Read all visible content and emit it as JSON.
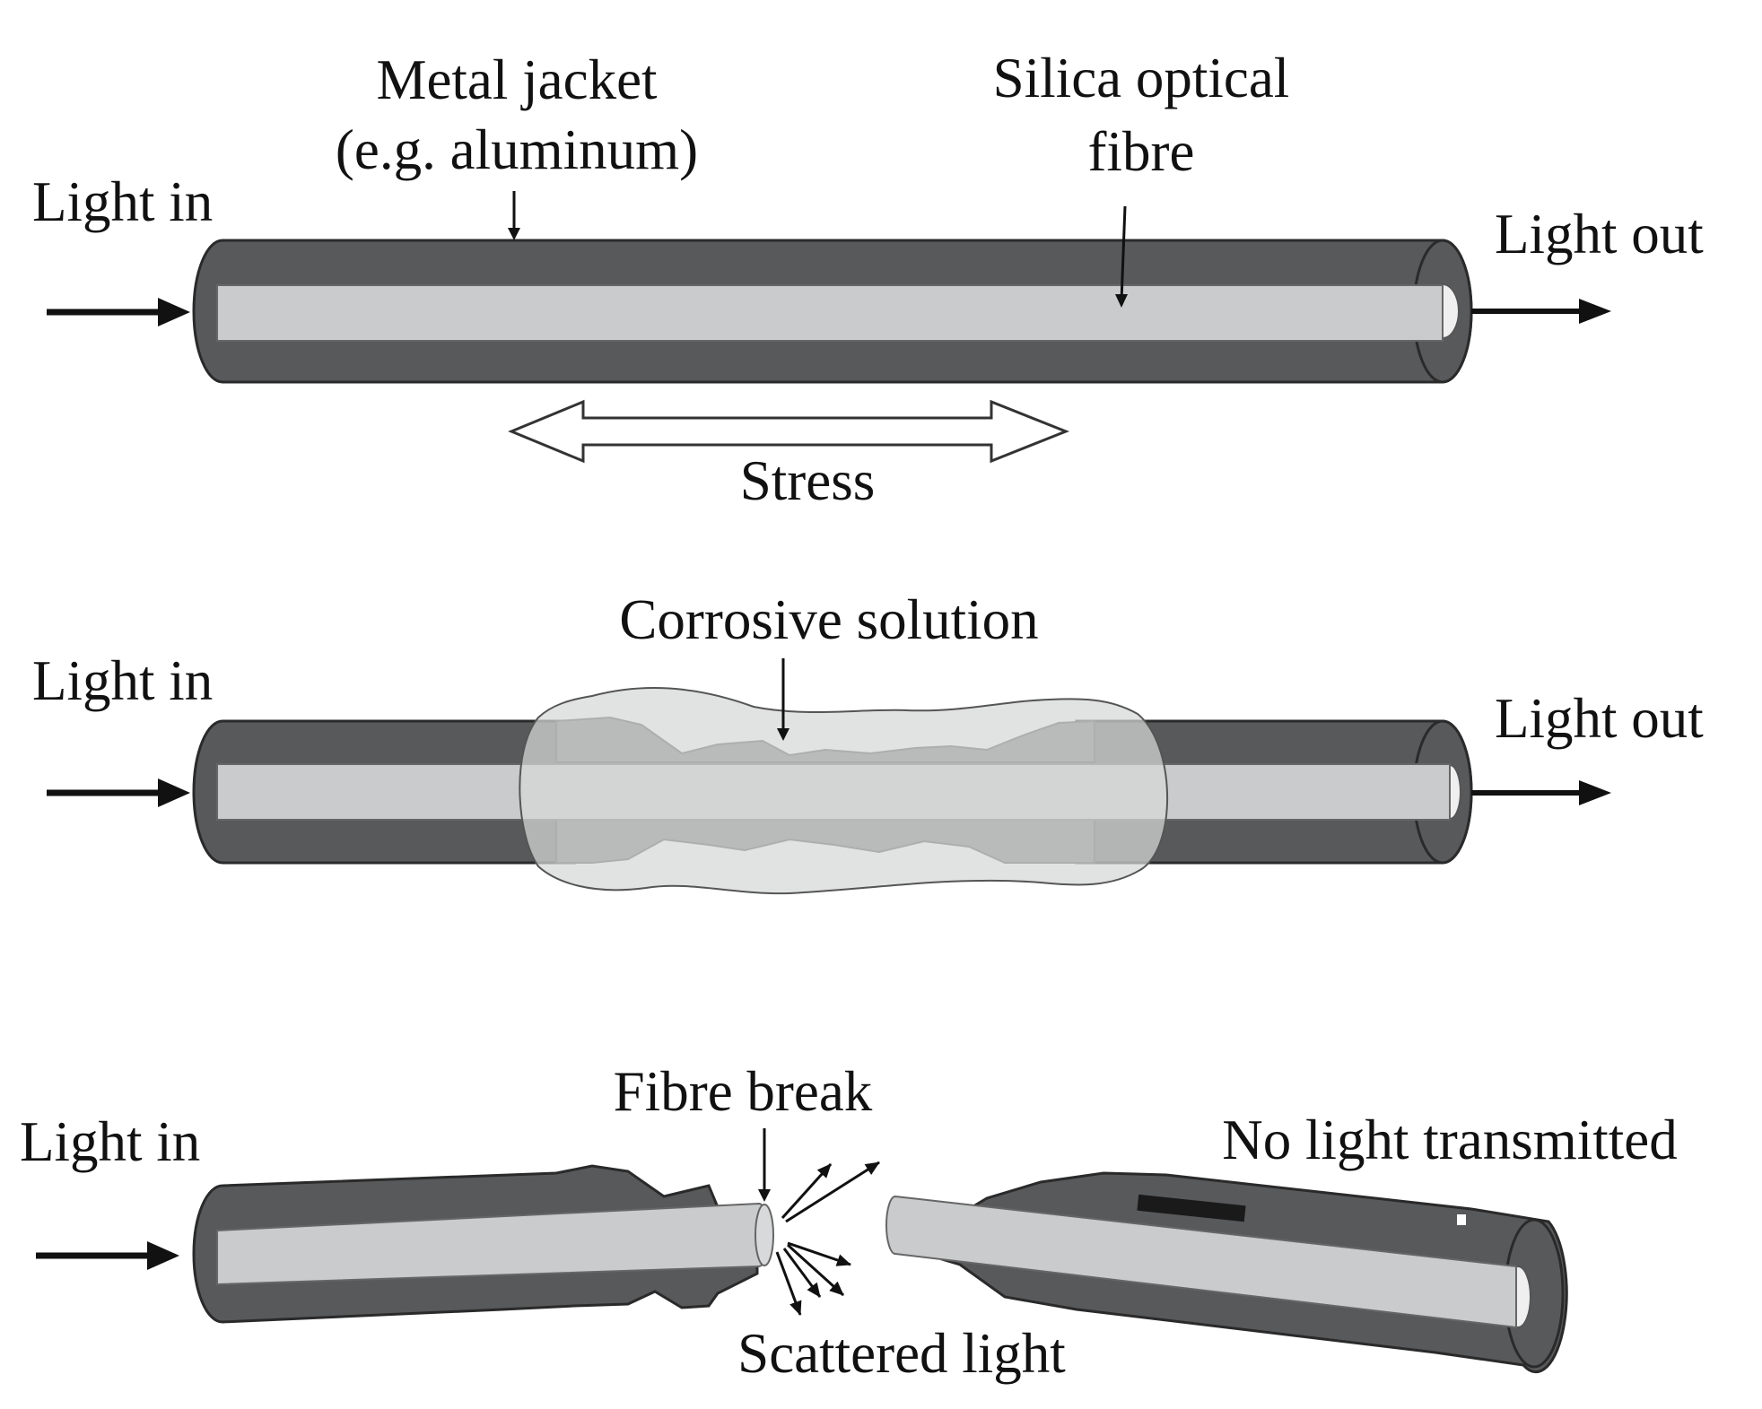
{
  "colors": {
    "jacket": "#58595b",
    "jacket_edge": "#2a2a2a",
    "fibre": "#c9cbcc",
    "fibre_end": "#efefef",
    "solution": "#d6d8d7",
    "arrow": "#111111"
  },
  "panels": {
    "stress": {
      "light_in": "Light in",
      "light_out": "Light out",
      "jacket_label_line1": "Metal jacket",
      "jacket_label_line2": "(e.g. aluminum)",
      "fibre_label_line1": "Silica optical",
      "fibre_label_line2": "fibre",
      "stress_label": "Stress"
    },
    "corrosion": {
      "light_in": "Light in",
      "light_out": "Light out",
      "solution_label": "Corrosive solution"
    },
    "break": {
      "light_in": "Light in",
      "break_label": "Fibre break",
      "scattered_label": "Scattered light",
      "no_light_label": "No light transmitted"
    }
  }
}
